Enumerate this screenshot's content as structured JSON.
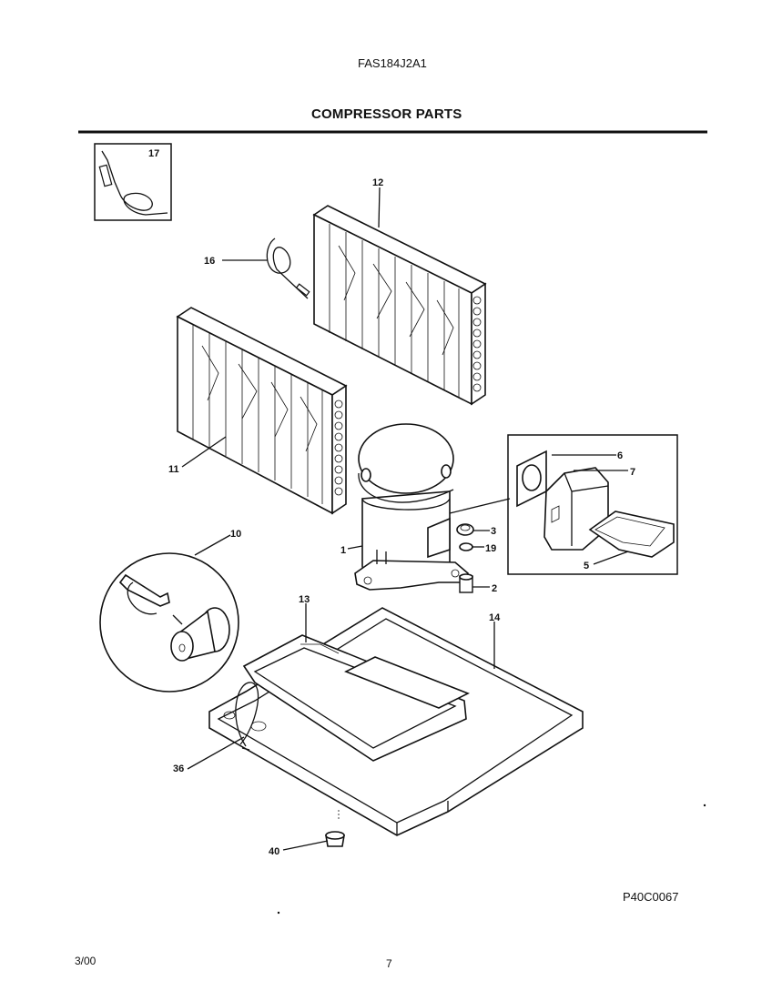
{
  "header": {
    "model": "FAS184J2A1",
    "title": "COMPRESSOR PARTS"
  },
  "footer": {
    "diagram_code": "P40C0067",
    "date": "3/00",
    "page": "7"
  },
  "callouts": [
    "17",
    "12",
    "16",
    "11",
    "6",
    "7",
    "10",
    "3",
    "19",
    "1",
    "2",
    "5",
    "13",
    "14",
    "36",
    "40"
  ]
}
